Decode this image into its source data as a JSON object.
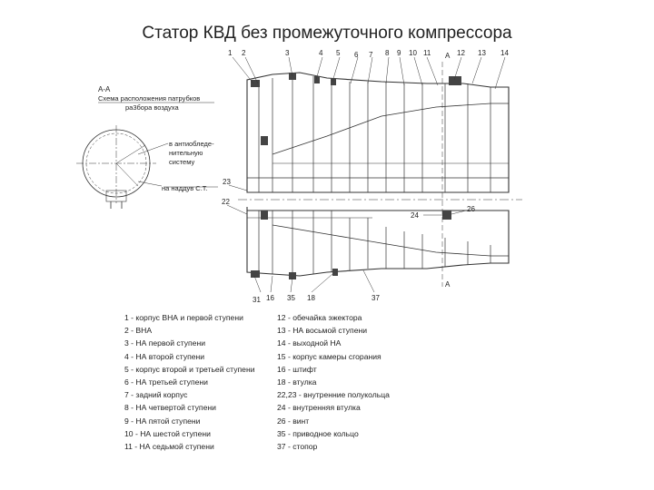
{
  "slide": {
    "title": "Статор КВД без промежуточного компрессора"
  },
  "drawing": {
    "callouts_top": [
      "1",
      "2",
      "3",
      "4",
      "5",
      "6",
      "7",
      "8",
      "9",
      "10",
      "11",
      "12",
      "13",
      "14"
    ],
    "callouts_bottom": [
      "31",
      "16",
      "35",
      "18",
      "37"
    ],
    "callouts_side": [
      "23",
      "22",
      "24",
      "26"
    ],
    "section_label": "А-А",
    "section_marker_top": "А",
    "section_marker_bottom": "А",
    "scheme_caption": [
      "Схема расположения патрубков",
      "ра3бора воздуха"
    ],
    "anti_icing_note": [
      "в антиобледе-",
      "нительную",
      "систему"
    ],
    "boost_note": "на наддув С.Т."
  },
  "legend": {
    "left": [
      "1 - корпус ВНА и первой ступени",
      "2 - ВНА",
      "3 - НА первой ступени",
      "4 - НА второй ступени",
      "5 - корпус второй и третьей ступени",
      "6 - НА третьей ступени",
      "7 - задний корпус",
      "8 - НА четвертой ступени",
      "9 - НА пятой ступени",
      "10 - НА шестой ступени",
      "11 - НА седьмой ступени"
    ],
    "right": [
      "12 - обечайка эжектора",
      "13 - НА восьмой ступени",
      "14 - выходной НА",
      "15 - корпус камеры сгорания",
      "16 - штифт",
      "18 - втулка",
      "22,23 - внутренние полукольца",
      "24 - внутренняя втулка",
      "26 - винт",
      "35 - приводное кольцо",
      "37 - стопор"
    ]
  }
}
